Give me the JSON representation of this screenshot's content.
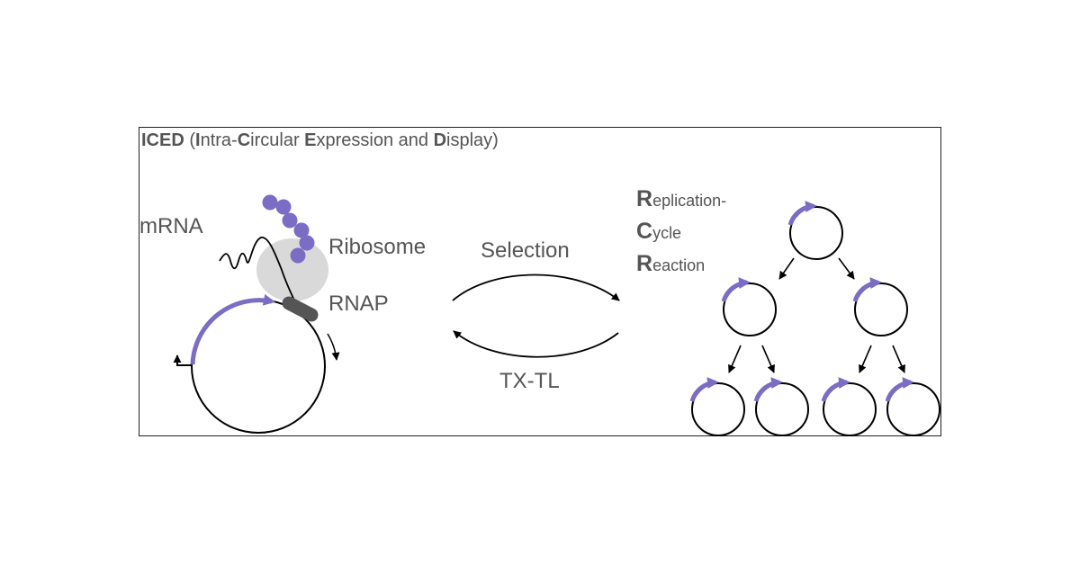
{
  "title": {
    "acronym": "ICED",
    "open_paren": " (",
    "i_letter": "I",
    "i_rest": "ntra-",
    "c_letter": "C",
    "c_rest": "ircular ",
    "e_letter": "E",
    "e_rest": "xpression and ",
    "d_letter": "D",
    "d_rest": "isplay)"
  },
  "labels": {
    "mrna": "mRNA",
    "ribosome": "Ribosome",
    "rnap": "RNAP",
    "selection": "Selection",
    "txtl": "TX-TL"
  },
  "rcr": {
    "r1_letter": "R",
    "r1_rest": "eplication-",
    "c_letter": "C",
    "c_rest": "ycle",
    "r2_letter": "R",
    "r2_rest": "eaction"
  },
  "colors": {
    "promoter_arrow": "#7b6cc4",
    "amino_acid": "#7b6cc4",
    "ribosome": "#d9d9d9",
    "rnap": "#555555",
    "line": "#000000",
    "text": "#555555"
  }
}
